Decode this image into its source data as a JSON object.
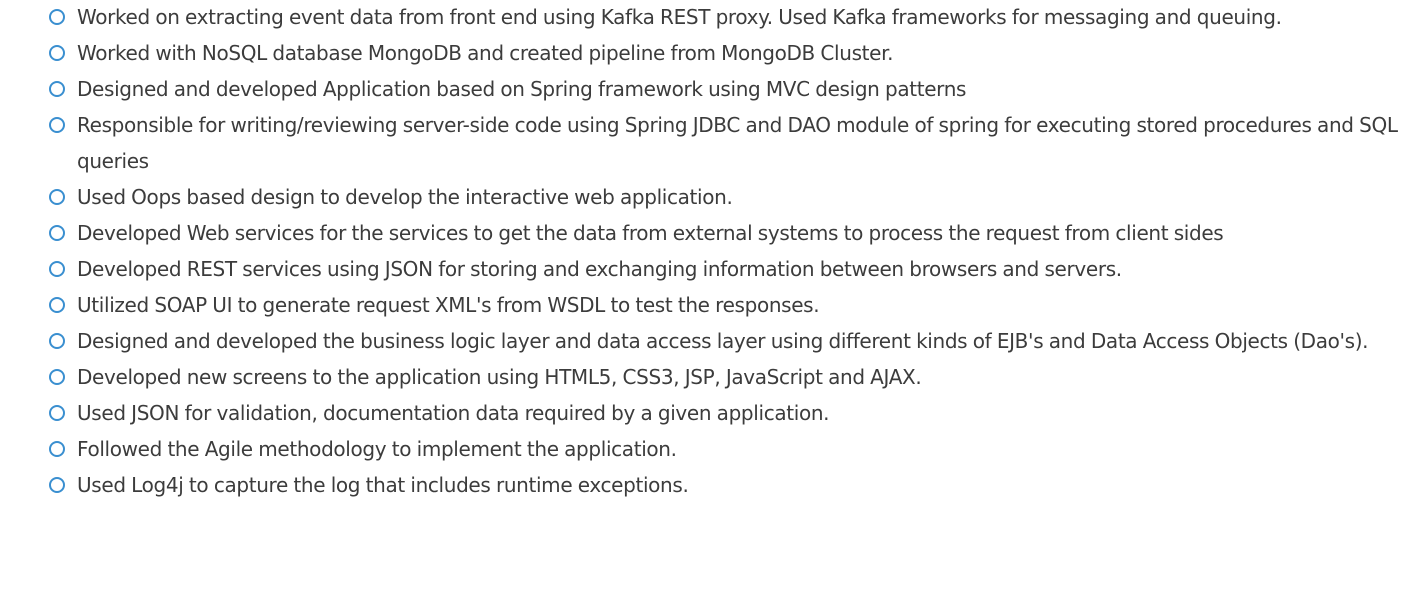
{
  "bullets": {
    "marker_color": "#3a8fd0",
    "text_color": "#3c3c3c",
    "marker_icon": "hollow-circle-icon",
    "items": [
      {
        "text": "Worked on extracting event data from front end using Kafka REST proxy. Used Kafka frameworks for messaging and queuing."
      },
      {
        "text": "Worked with NoSQL database MongoDB and created pipeline from MongoDB Cluster."
      },
      {
        "text": "Designed and developed Application based on Spring framework using MVC design patterns"
      },
      {
        "text": "Responsible for writing/reviewing server-side code using Spring JDBC and DAO module of spring for executing stored procedures and SQL queries"
      },
      {
        "text": "Used Oops based design to develop the interactive web application."
      },
      {
        "text": "Developed Web services for the services to get the data from external systems to process the request from client sides"
      },
      {
        "text": "Developed REST services using JSON for storing and exchanging information between browsers and servers."
      },
      {
        "text": "Utilized SOAP UI to generate request XML's from WSDL to test the responses."
      },
      {
        "text": "Designed and developed the business logic layer and data access layer using different kinds of EJB's and Data Access Objects (Dao's)."
      },
      {
        "text": "Developed new screens to the application using HTML5, CSS3, JSP, JavaScript and AJAX."
      },
      {
        "text": "Used JSON for validation, documentation data required by a given application."
      },
      {
        "text": "Followed the Agile methodology to implement the application."
      },
      {
        "text": "Used Log4j to capture the log that includes runtime exceptions."
      }
    ]
  }
}
